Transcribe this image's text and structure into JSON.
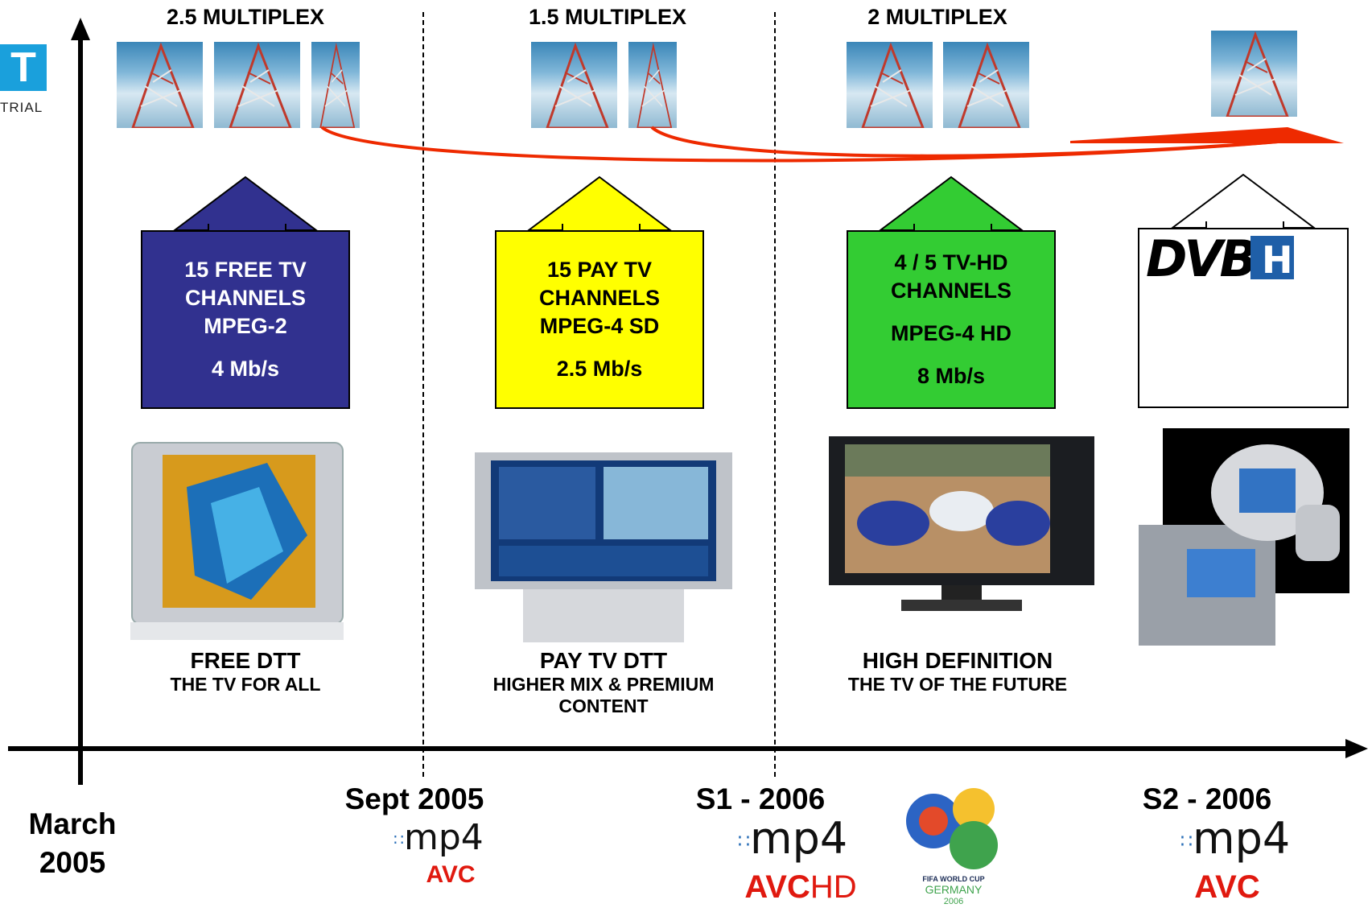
{
  "corner_logo": {
    "letter": "T",
    "text": "TRIAL"
  },
  "multiplex": [
    {
      "label": "2.5 MULTIPLEX"
    },
    {
      "label": "1.5 MULTIPLEX"
    },
    {
      "label": "2 MULTIPLEX"
    }
  ],
  "boxes": [
    {
      "lines": [
        "15 FREE TV",
        "CHANNELS",
        "MPEG-2"
      ],
      "rate": "4 Mb/s",
      "color": "#31318f",
      "text_color": "#ffffff"
    },
    {
      "lines": [
        "15 PAY TV",
        "CHANNELS",
        "MPEG-4 SD"
      ],
      "rate": "2.5 Mb/s",
      "color": "#ffff00",
      "text_color": "#000000"
    },
    {
      "lines": [
        "4 / 5 TV-HD",
        "CHANNELS"
      ],
      "line3": "MPEG-4 HD",
      "rate": "8 Mb/s",
      "color": "#33cc33",
      "text_color": "#000000"
    },
    {
      "logo": "DVB H",
      "color": "#ffffff"
    }
  ],
  "captions": [
    {
      "title": "FREE DTT",
      "subtitle": "THE TV FOR ALL"
    },
    {
      "title": "PAY TV DTT",
      "subtitle": "HIGHER MIX & PREMIUM CONTENT"
    },
    {
      "title": "HIGH DEFINITION",
      "subtitle": "THE TV OF THE FUTURE"
    }
  ],
  "timeline": [
    {
      "date_line1": "March",
      "date_line2": "2005"
    },
    {
      "date": "Sept 2005",
      "codec": "mp4",
      "codec_sub": "AVC"
    },
    {
      "date": "S1 - 2006",
      "codec": "mp4",
      "codec_sub": "AVC",
      "codec_sub2": "HD"
    },
    {
      "date": "S2 - 2006",
      "codec": "mp4",
      "codec_sub": "AVC"
    }
  ],
  "worldcup": {
    "line1": "FIFA WORLD CUP",
    "line2": "GERMANY",
    "line3": "2006"
  },
  "colors": {
    "arrow_red": "#ee2a00",
    "dvb_blue": "#1f5fa8"
  },
  "icons": [
    "transmission-tower-icon",
    "tv-icon",
    "mobile-phone-icon",
    "dvb-h-logo",
    "mp4-logo",
    "fifa-world-cup-logo"
  ]
}
